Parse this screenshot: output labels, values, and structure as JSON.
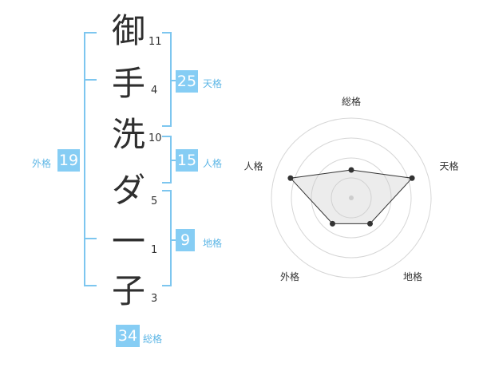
{
  "name_characters": [
    {
      "char": "御",
      "strokes": "11"
    },
    {
      "char": "手",
      "strokes": "4"
    },
    {
      "char": "洗",
      "strokes": "10"
    },
    {
      "char": "ダ",
      "strokes": "5"
    },
    {
      "char": "一",
      "strokes": "1"
    },
    {
      "char": "子",
      "strokes": "3"
    }
  ],
  "fortunes": {
    "tenkaku": {
      "value": "25",
      "label": "天格"
    },
    "jinkaku": {
      "value": "15",
      "label": "人格"
    },
    "chikaku": {
      "value": "9",
      "label": "地格"
    },
    "gaikaku": {
      "value": "19",
      "label": "外格"
    },
    "soukaku": {
      "value": "34",
      "label": "総格"
    }
  },
  "colors": {
    "accent": "#86cdf4",
    "bracket": "#7dc6ef",
    "label": "#5fb7e6"
  },
  "chart_data": {
    "type": "radar",
    "axes": [
      "総格",
      "天格",
      "地格",
      "外格",
      "人格"
    ],
    "values": [
      0.35,
      0.8,
      0.4,
      0.4,
      0.8
    ],
    "rings": 4,
    "range": [
      0,
      1
    ]
  }
}
